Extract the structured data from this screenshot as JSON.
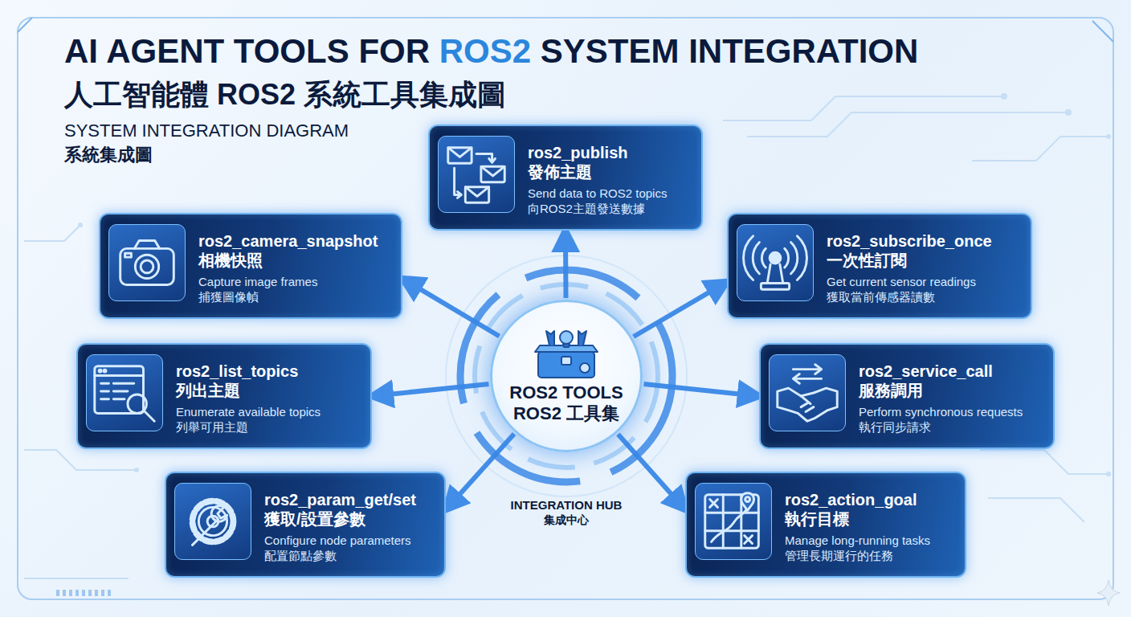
{
  "diagram": {
    "title": "AI AGENT TOOLS FOR ROS2 SYSTEM INTEGRATION",
    "nodes": [
      {
        "text": [
          "ROS2 TOOLS",
          "ROS2 工具集"
        ]
      },
      {
        "text": [
          "ros2_publish",
          "發佈主題",
          "Send data to ROS2 topics",
          "向ROS2主題發送數據"
        ]
      },
      {
        "text": [
          "ros2_camera_snapshot",
          "相機快照",
          "Capture image frames",
          "捕獲圖像幀"
        ]
      },
      {
        "text": [
          "ros2_subscribe_once",
          "一次性訂閱",
          "Get current sensor readings",
          "獲取當前傳感器讀數"
        ]
      },
      {
        "text": [
          "ros2_list_topics",
          "列出主題",
          "Enumerate available topics",
          "列舉可用主題"
        ]
      },
      {
        "text": [
          "ros2_service_call",
          "服務調用",
          "Perform synchronous requests",
          "執行同步請求"
        ]
      },
      {
        "text": [
          "ros2_param_get/set",
          "獲取/設置參數",
          "Configure node parameters",
          "配置節點參數"
        ]
      },
      {
        "text": [
          "ros2_action_goal",
          "執行目標",
          "Manage long-running tasks",
          "管理長期運行的任務"
        ]
      }
    ],
    "edges": [
      {
        "from": 0,
        "to": 1,
        "arrow": "to"
      },
      {
        "from": 0,
        "to": 2,
        "arrow": "to"
      },
      {
        "from": 0,
        "to": 3,
        "arrow": "to"
      },
      {
        "from": 0,
        "to": 4,
        "arrow": "to"
      },
      {
        "from": 0,
        "to": 5,
        "arrow": "to"
      },
      {
        "from": 0,
        "to": 6,
        "arrow": "to"
      },
      {
        "from": 0,
        "to": 7,
        "arrow": "to"
      }
    ],
    "labels": [
      "人工智能體 ROS2 系統工具集成圖",
      "SYSTEM INTEGRATION DIAGRAM",
      "系統集成圖",
      "INTEGRATION HUB",
      "集成中心"
    ]
  }
}
